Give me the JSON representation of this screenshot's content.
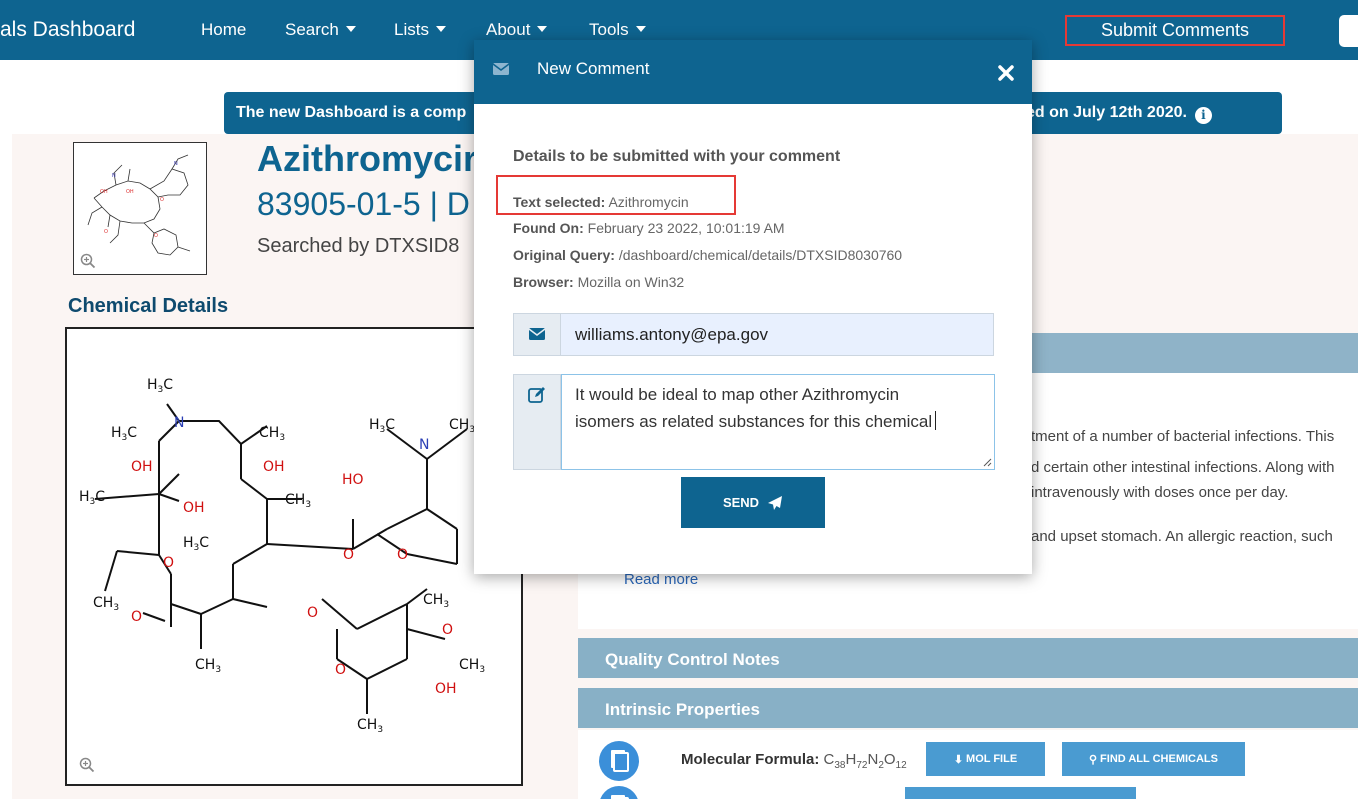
{
  "nav": {
    "brand": "als Dashboard",
    "items": [
      "Home",
      "Search",
      "Lists",
      "About",
      "Tools"
    ],
    "submit_comments": "Submit Comments"
  },
  "banner": {
    "text_left": "The new Dashboard is a comp",
    "text_right": "ed on July 12th 2020."
  },
  "chemical": {
    "title": "Azithromycir",
    "subtitle": "83905-01-5 | D",
    "searched_by": "Searched by DTXSID8",
    "details_heading": "Chemical Details"
  },
  "description": {
    "lines": [
      "tment of a number of bacterial infections. This",
      "d certain other intestinal infections. Along with",
      "intravenously with doses once per day.",
      "and upset stomach. An allergic reaction, such"
    ],
    "read_more": "Read more"
  },
  "sections": {
    "quality_control": "Quality Control Notes",
    "intrinsic": "Intrinsic Properties"
  },
  "properties": {
    "formula_label": "Molecular Formula:",
    "formula_value": "C38H72N2O12",
    "mol_file": "MOL FILE",
    "find_all": "FIND ALL CHEMICALS"
  },
  "modal": {
    "title": "New Comment",
    "details_heading": "Details to be submitted with your comment",
    "text_selected_label": "Text selected:",
    "text_selected_value": "Azithromycin",
    "found_on_label": "Found On:",
    "found_on_value": "February 23 2022, 10:01:19 AM",
    "original_query_label": "Original Query:",
    "original_query_value": "/dashboard/chemical/details/DTXSID8030760",
    "browser_label": "Browser:",
    "browser_value": "Mozilla on Win32",
    "email": "williams.antony@epa.gov",
    "comment_lines": [
      "It would be ideal to map other Azithromycin",
      "isomers as related substances for this chemical"
    ],
    "send": "SEND"
  },
  "colors": {
    "primary": "#0e6490",
    "accordion": "#88b0c6",
    "highlight": "#e53935",
    "prop_button": "#4a9bd1"
  }
}
